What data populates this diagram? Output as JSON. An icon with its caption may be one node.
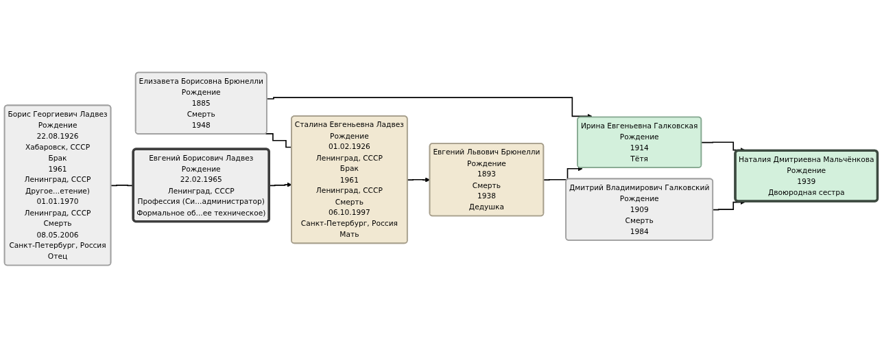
{
  "diagram": {
    "nodes": [
      {
        "text": [
          "Евгений Львович Брюнелли",
          "Рождение",
          "1893",
          "Смерть",
          "1938",
          "Дедушка"
        ]
      },
      {
        "text": [
          "Елизавета Борисовна Брюнелли",
          "Рождение",
          "1885",
          "Смерть",
          "1948"
        ]
      },
      {
        "text": [
          "Сталина Евгеньевна Ладвез",
          "Рождение",
          "01.02.1926",
          "Ленинград, СССР",
          "Брак",
          "1961",
          "Ленинград, СССР",
          "Смерть",
          "06.10.1997",
          "Санкт-Петербург, Россия",
          "Мать"
        ]
      },
      {
        "text": [
          "Борис Георгиевич Ладвез",
          "Рождение",
          "22.08.1926",
          "Хабаровск, СССР",
          "Брак",
          "1961",
          "Ленинград, СССР",
          "Другое...етение)",
          "01.01.1970",
          "Ленинград, СССР",
          "Смерть",
          "08.05.2006",
          "Санкт-Петербург, Россия",
          "Отец"
        ]
      },
      {
        "text": [
          "Ирина Евгеньевна Галковская",
          "Рождение",
          "1914",
          "Тётя"
        ]
      },
      {
        "text": [
          "Дмитрий Владимирович Галковский",
          "Рождение",
          "1909",
          "Смерть",
          "1984"
        ]
      },
      {
        "text": [
          "Евгений Борисович Ладвез",
          "Рождение",
          "22.02.1965",
          "Ленинград, СССР",
          "Профессия (Си...администратор)",
          "Формальное об...ее техническое)"
        ]
      },
      {
        "text": [
          "Наталия Дмитриевна Мальчёнкова",
          "Рождение",
          "1939",
          "Двоюродная сестра"
        ]
      }
    ],
    "edges": [
      {
        "from": 2,
        "to": 0,
        "arrow": "to"
      },
      {
        "from": 1,
        "to": 2,
        "arrow": "none"
      },
      {
        "from": 0,
        "to": 4,
        "arrow": "to"
      },
      {
        "from": 1,
        "to": 4,
        "arrow": "to"
      },
      {
        "from": 6,
        "to": 2,
        "arrow": "to"
      },
      {
        "from": 3,
        "to": 6,
        "arrow": "none"
      },
      {
        "from": 4,
        "to": 7,
        "arrow": "to"
      },
      {
        "from": 5,
        "to": 7,
        "arrow": "to"
      }
    ]
  }
}
